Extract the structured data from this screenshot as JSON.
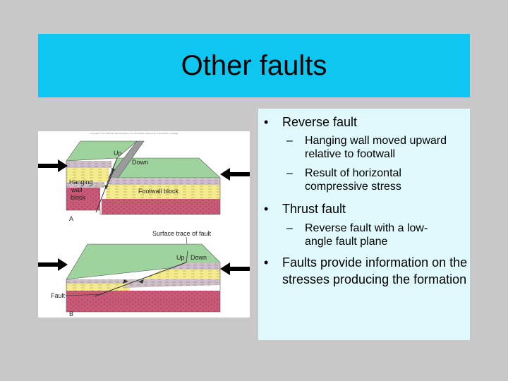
{
  "slide": {
    "title": "Other faults",
    "bullets": [
      {
        "text": "Reverse fault",
        "sub": [
          "Hanging wall moved upward relative to footwall",
          "Result of horizontal compressive stress"
        ]
      },
      {
        "text": "Thrust fault",
        "sub": [
          "Reverse fault with a low-angle fault plane"
        ]
      },
      {
        "text": "Faults provide information on the stresses producing the formation",
        "sub": []
      }
    ],
    "bullet_mark": "•",
    "sub_mark": "–"
  },
  "figure": {
    "a": {
      "up": "Up",
      "down": "Down",
      "hanging_1": "Hanging",
      "hanging_2": "wall",
      "hanging_3": "block",
      "footwall": "Footwall block",
      "panel": "A"
    },
    "b": {
      "surface": "Surface trace of fault",
      "up": "Up",
      "down": "Down",
      "fault": "Fault",
      "panel": "B"
    },
    "copyright": "Copyright © The McGraw-Hill Companies, Inc. Permission required for reproduction or display."
  },
  "colors": {
    "title_bg": "#0fc6f0",
    "text_bg": "#dff9fd",
    "page_bg": "#c8c8c8",
    "grass": "#9ed39e",
    "sand": "#f3eb8e",
    "shale": "#cfc0c8",
    "red_bed": "#c85a78"
  }
}
